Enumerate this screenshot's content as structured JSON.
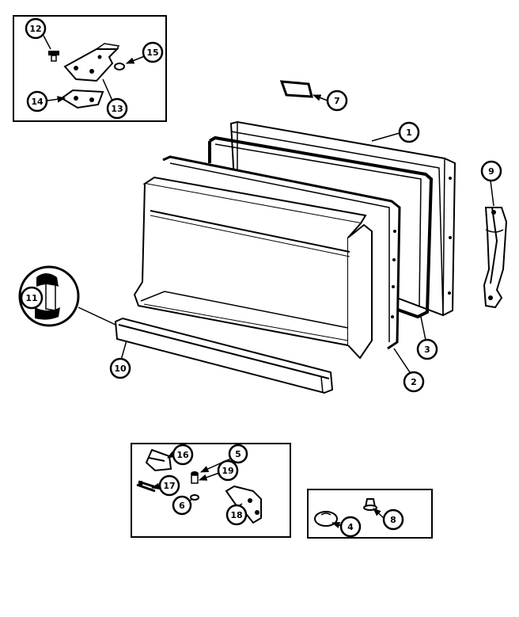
{
  "diagram": {
    "callouts": {
      "c1": "1",
      "c2": "2",
      "c3": "3",
      "c4": "4",
      "c5": "5",
      "c6": "6",
      "c7": "7",
      "c8": "8",
      "c9": "9",
      "c10": "10",
      "c11": "11",
      "c12": "12",
      "c13": "13",
      "c14": "14",
      "c15": "15",
      "c16": "16",
      "c17": "17",
      "c18": "18",
      "c19": "19"
    },
    "colors": {
      "ink": "#000000",
      "paper": "#ffffff"
    }
  }
}
